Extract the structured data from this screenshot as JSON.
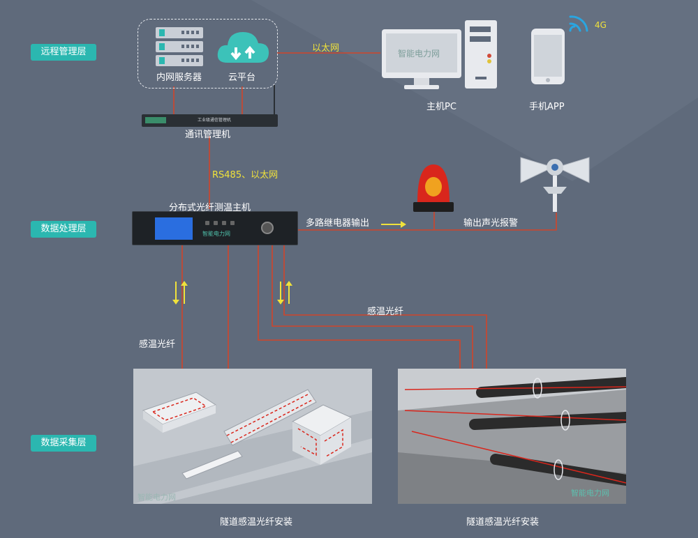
{
  "layers": {
    "remote": "远程管理层",
    "processing": "数据处理层",
    "collection": "数据采集层"
  },
  "remote": {
    "intranet_server": "内网服务器",
    "cloud_platform": "云平台",
    "ethernet": "以太网",
    "host_pc": "主机PC",
    "mobile_app": "手机APP",
    "signal": "4G",
    "comm_manager": "通讯管理机",
    "comm_manager_panel": "工业级通信管理机",
    "watermark": "智能电力网"
  },
  "processing": {
    "link_label": "RS485、以太网",
    "host": "分布式光纤测温主机",
    "relay_output": "多路继电器输出",
    "alarm_output": "输出声光报警",
    "host_brand": "智能电力网"
  },
  "collection": {
    "fiber_label_left": "感温光纤",
    "fiber_label_right": "感温光纤",
    "caption_left": "隧道感温光纤安装",
    "caption_right": "隧道感温光纤安装",
    "watermark": "智能电力网"
  },
  "colors": {
    "background": "#5f6a7b",
    "layer_badge": "#2bb7b0",
    "wire": "#d0452a",
    "highlight_text": "#f0e23b",
    "signal_icon": "#2aa5e0"
  }
}
